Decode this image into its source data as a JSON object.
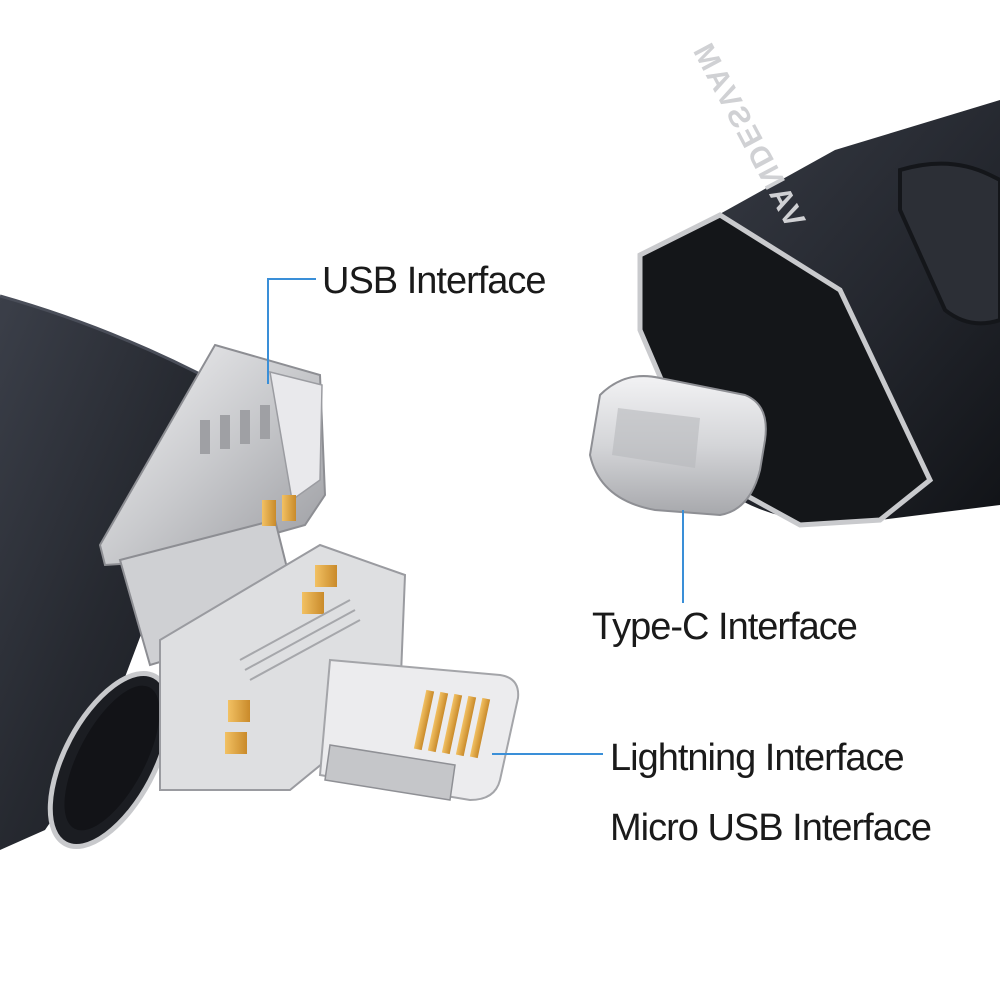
{
  "brand_mark": "VANDESVAM",
  "labels": {
    "usb": "USB Interface",
    "type_c": "Type-C Interface",
    "lightning": "Lightning Interface",
    "micro_usb": "Micro USB Interface"
  },
  "colors": {
    "callout_line": "#3a8fd8",
    "label_text": "#1a1a1a",
    "drive_body": "#22252d",
    "metal": "#d9d9dc",
    "gold_contact": "#e0a53c"
  }
}
